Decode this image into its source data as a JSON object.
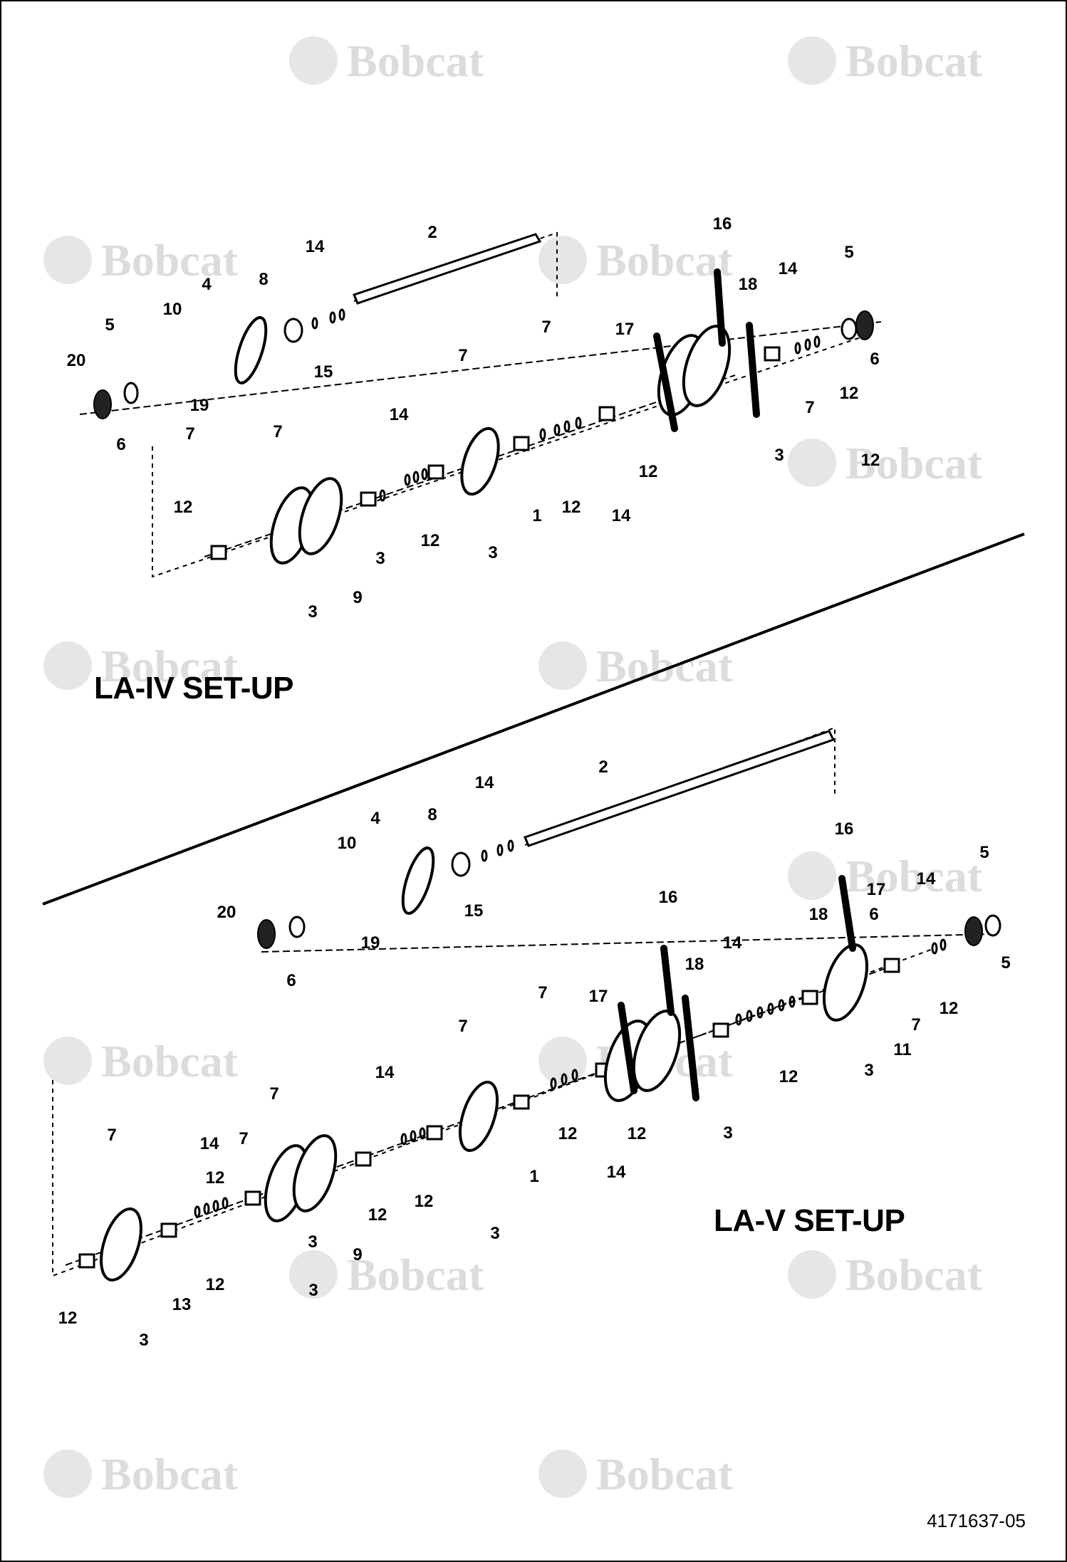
{
  "watermark_brand": "Bobcat",
  "diagram": {
    "top_title": "LA-IV SET-UP",
    "bottom_title": "LA-V SET-UP",
    "doc_number": "4171637-05"
  },
  "callouts_top": [
    "2",
    "14",
    "16",
    "5",
    "14",
    "18",
    "4",
    "8",
    "10",
    "5",
    "17",
    "7",
    "7",
    "20",
    "15",
    "19",
    "6",
    "6",
    "12",
    "7",
    "12",
    "3",
    "14",
    "12",
    "7",
    "12",
    "1",
    "14",
    "3",
    "7",
    "12",
    "12",
    "3",
    "9",
    "3"
  ],
  "callouts_bottom": [
    "2",
    "14",
    "4",
    "8",
    "10",
    "16",
    "5",
    "17",
    "14",
    "5",
    "15",
    "20",
    "19",
    "6",
    "6",
    "16",
    "18",
    "18",
    "12",
    "14",
    "17",
    "7",
    "11",
    "3",
    "7",
    "7",
    "7",
    "7",
    "12",
    "3",
    "14",
    "12",
    "12",
    "14",
    "3",
    "1",
    "14",
    "7",
    "12",
    "12",
    "12",
    "3",
    "9",
    "3",
    "12",
    "13",
    "12",
    "3"
  ],
  "colors": {
    "ink": "#000000",
    "watermark": "#dcdcdc",
    "background": "#ffffff"
  }
}
